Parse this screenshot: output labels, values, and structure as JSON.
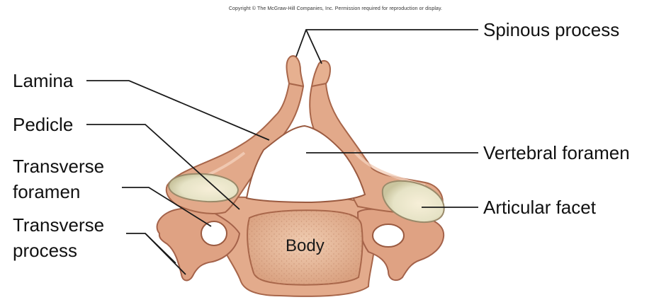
{
  "copyright": "Copyright © The McGraw-Hill Companies, Inc. Permission required for reproduction or display.",
  "labels": {
    "spinous_process": "Spinous process",
    "lamina": "Lamina",
    "pedicle": "Pedicle",
    "transverse_foramen_line1": "Transverse",
    "transverse_foramen_line2": "foramen",
    "transverse_process_line1": "Transverse",
    "transverse_process_line2": "process",
    "vertebral_foramen": "Vertebral foramen",
    "articular_facet": "Articular facet",
    "body": "Body"
  },
  "colors": {
    "bone": "#e0a88a",
    "bone_shadow": "#b47155",
    "bone_highlight": "#f3cdb6",
    "facet": "#ecebd3",
    "body_fill": "#e9bfa0",
    "leader_line": "#1a1a1a"
  }
}
